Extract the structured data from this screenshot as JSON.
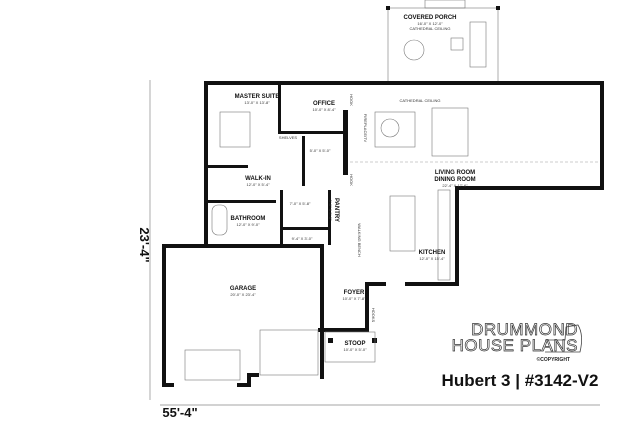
{
  "rooms": {
    "covered_porch": {
      "name": "COVERED PORCH",
      "size": "16'-0\" X 12'-0\"",
      "note": "CATHEDRAL CEILING"
    },
    "master_suite": {
      "name": "MASTER SUITE",
      "size": "13'-0\" X 13'-8\""
    },
    "office": {
      "name": "OFFICE",
      "size": "10'-0\" X 8'-4\""
    },
    "living_dining": {
      "name1": "LIVING ROOM",
      "name2": "DINING ROOM",
      "size": "22'-4\" X 17'-6\"",
      "note": "CATHEDRAL CEILING"
    },
    "walk_in": {
      "name": "WALK-IN",
      "size": "12'-0\" X 5'-4\""
    },
    "bathroom": {
      "name": "BATHROOM",
      "size": "12'-0\" X 9'-0\""
    },
    "pantry": {
      "name": "PANTRY",
      "size": "5'-0\" X 5'-0\""
    },
    "kitchen": {
      "name": "KITCHEN",
      "size": "12'-0\" X 15'-4\""
    },
    "garage": {
      "name": "GARAGE",
      "size": "20'-0\" X 23'-4\""
    },
    "foyer": {
      "name": "FOYER",
      "size": "10'-0\" X 7'-8\""
    },
    "stoop": {
      "name": "STOOP",
      "size": "10'-0\" X 5'-0\""
    }
  },
  "small_labels": {
    "hook1": "HOOK",
    "hook2": "HOOK",
    "shelves": "SHELVES",
    "closet1": "5'-0\" X 5'-0\"",
    "laundry": "7'-0\" X 5'-8\"",
    "powder": "9'-4\" X 3'-0\"",
    "bench": "WALKING BENCH",
    "hooks": "HOOKS",
    "fireplace": "FIREPLACE/TV"
  },
  "dimensions": {
    "width": "55'-4\"",
    "depth": "23'-4\""
  },
  "branding": {
    "line1": "DRUMMOND",
    "line2": "HOUSE PLANS",
    "copyright": "©COPYRIGHT",
    "title": "Hubert 3 | #3142-V2"
  }
}
